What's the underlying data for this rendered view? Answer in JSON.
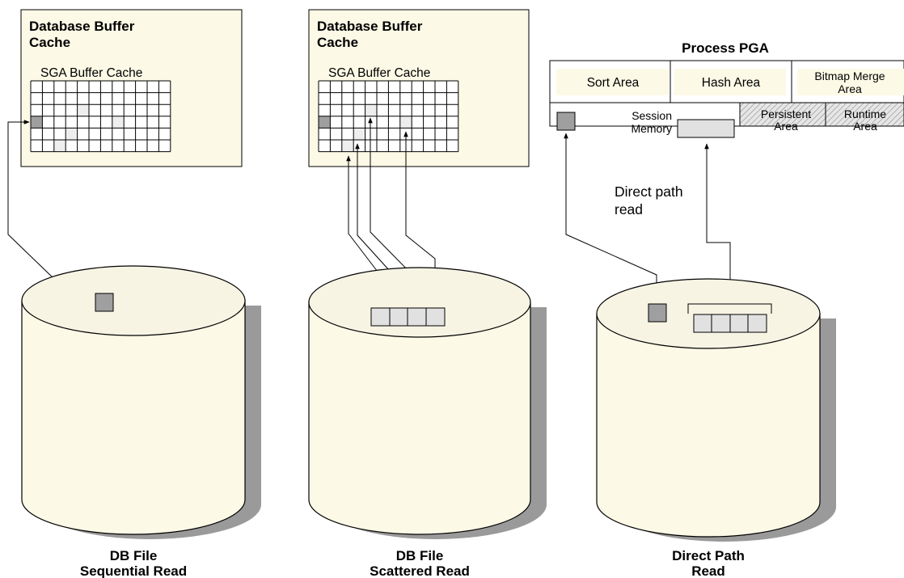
{
  "panels": {
    "sequential": {
      "cache_title_1": "Database Buffer",
      "cache_title_2": "Cache",
      "sga_label": "SGA Buffer Cache",
      "caption_1": "DB File",
      "caption_2": "Sequential Read"
    },
    "scattered": {
      "cache_title_1": "Database Buffer",
      "cache_title_2": "Cache",
      "sga_label": "SGA Buffer Cache",
      "caption_1": "DB File",
      "caption_2": "Scattered Read"
    },
    "direct": {
      "pga_title": "Process PGA",
      "sort_area": "Sort Area",
      "hash_area": "Hash Area",
      "bitmap_1": "Bitmap Merge",
      "bitmap_2": "Area",
      "session_1": "Session",
      "session_2": "Memory",
      "persistent_1": "Persistent",
      "persistent_2": "Area",
      "runtime_1": "Runtime",
      "runtime_2": "Area",
      "read_label_1": "Direct path",
      "read_label_2": "read",
      "caption_1": "Direct Path",
      "caption_2": "Read"
    }
  },
  "colors": {
    "cache_fill": "#fcf9e6",
    "cylinder_fill": "#fcf9e6",
    "cylinder_top": "#f7f4e4",
    "shadow": "#999999",
    "highlight_block": "#9f9f9f",
    "light_block": "#e1e1e1",
    "faint_block": "#eeeeee",
    "pga_fill": "#fcf9e6"
  }
}
